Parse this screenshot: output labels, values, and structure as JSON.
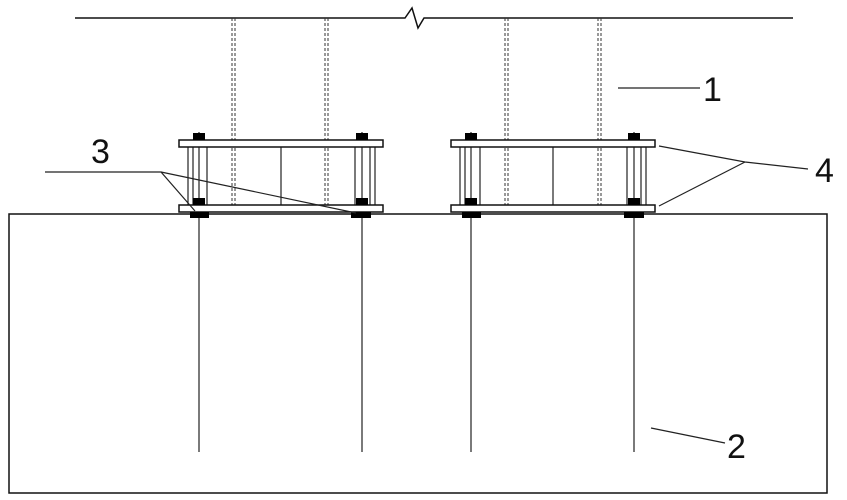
{
  "labels": {
    "item1": "1",
    "item2": "2",
    "item3": "3",
    "item4": "4"
  },
  "colors": {
    "line": "#111111",
    "background": "#ffffff"
  }
}
